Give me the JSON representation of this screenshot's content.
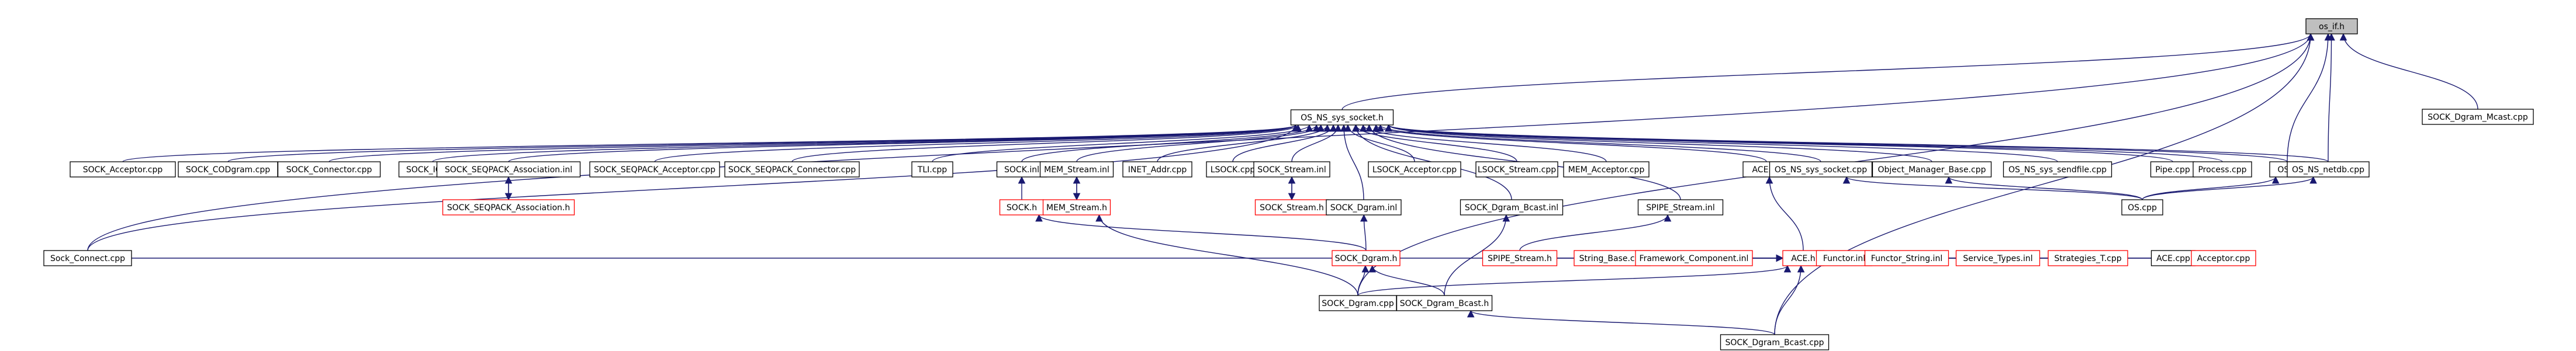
{
  "graph": {
    "nodes": [
      {
        "id": "os_if",
        "label": "os_if.h",
        "style": "root"
      },
      {
        "id": "mcast",
        "label": "SOCK_Dgram_Mcast.cpp",
        "style": "black"
      },
      {
        "id": "nss",
        "label": "OS_NS_sys_socket.h",
        "style": "black"
      },
      {
        "id": "acc",
        "label": "SOCK_Acceptor.cpp",
        "style": "black"
      },
      {
        "id": "codg",
        "label": "SOCK_CODgram.cpp",
        "style": "black"
      },
      {
        "id": "conn",
        "label": "SOCK_Connector.cpp",
        "style": "black"
      },
      {
        "id": "io",
        "label": "SOCK_IO.cpp",
        "style": "black"
      },
      {
        "id": "seqassoc_inl",
        "label": "SOCK_SEQPACK_Association.inl",
        "style": "black"
      },
      {
        "id": "seqacc",
        "label": "SOCK_SEQPACK_Acceptor.cpp",
        "style": "black"
      },
      {
        "id": "seqconn",
        "label": "SOCK_SEQPACK_Connector.cpp",
        "style": "black"
      },
      {
        "id": "tli",
        "label": "TLI.cpp",
        "style": "black"
      },
      {
        "id": "sock_inl",
        "label": "SOCK.inl",
        "style": "black"
      },
      {
        "id": "memstream_inl",
        "label": "MEM_Stream.inl",
        "style": "black"
      },
      {
        "id": "inet",
        "label": "INET_Addr.cpp",
        "style": "black"
      },
      {
        "id": "lsock",
        "label": "LSOCK.cpp",
        "style": "black"
      },
      {
        "id": "sockstream_inl",
        "label": "SOCK_Stream.inl",
        "style": "black"
      },
      {
        "id": "lsockacc",
        "label": "LSOCK_Acceptor.cpp",
        "style": "black"
      },
      {
        "id": "lsockstream",
        "label": "LSOCK_Stream.cpp",
        "style": "black"
      },
      {
        "id": "memacc",
        "label": "MEM_Acceptor.cpp",
        "style": "black"
      },
      {
        "id": "ace_inl",
        "label": "ACE.inl",
        "style": "black"
      },
      {
        "id": "nss_cpp",
        "label": "OS_NS_sys_socket.cpp",
        "style": "black"
      },
      {
        "id": "objmgr",
        "label": "Object_Manager_Base.cpp",
        "style": "black"
      },
      {
        "id": "sendfile",
        "label": "OS_NS_sys_sendfile.cpp",
        "style": "black"
      },
      {
        "id": "pipe",
        "label": "Pipe.cpp",
        "style": "black"
      },
      {
        "id": "process",
        "label": "Process.cpp",
        "style": "black"
      },
      {
        "id": "os_h",
        "label": "OS.h",
        "style": "black"
      },
      {
        "id": "netdb",
        "label": "OS_NS_netdb.cpp",
        "style": "black"
      },
      {
        "id": "seqassoc_h",
        "label": "SOCK_SEQPACK_Association.h",
        "style": "red"
      },
      {
        "id": "sock_h",
        "label": "SOCK.h",
        "style": "red"
      },
      {
        "id": "memstream_h",
        "label": "MEM_Stream.h",
        "style": "red"
      },
      {
        "id": "sockstream_h",
        "label": "SOCK_Stream.h",
        "style": "red"
      },
      {
        "id": "dgram_inl",
        "label": "SOCK_Dgram.inl",
        "style": "black"
      },
      {
        "id": "bcast_inl",
        "label": "SOCK_Dgram_Bcast.inl",
        "style": "black"
      },
      {
        "id": "spipe_inl",
        "label": "SPIPE_Stream.inl",
        "style": "black"
      },
      {
        "id": "os_cpp",
        "label": "OS.cpp",
        "style": "black"
      },
      {
        "id": "ace_h",
        "label": "ACE.h",
        "style": "red"
      },
      {
        "id": "sockconnect",
        "label": "Sock_Connect.cpp",
        "style": "black"
      },
      {
        "id": "spipe_h",
        "label": "SPIPE_Stream.h",
        "style": "red"
      },
      {
        "id": "stringbase",
        "label": "String_Base.cpp",
        "style": "red"
      },
      {
        "id": "framework",
        "label": "Framework_Component.inl",
        "style": "red"
      },
      {
        "id": "functor_inl",
        "label": "Functor.inl",
        "style": "red"
      },
      {
        "id": "functor_string",
        "label": "Functor_String.inl",
        "style": "red"
      },
      {
        "id": "service_types",
        "label": "Service_Types.inl",
        "style": "red"
      },
      {
        "id": "strategies",
        "label": "Strategies_T.cpp",
        "style": "red"
      },
      {
        "id": "ace_cpp",
        "label": "ACE.cpp",
        "style": "black"
      },
      {
        "id": "acceptor",
        "label": "Acceptor.cpp",
        "style": "red"
      },
      {
        "id": "dgram_h",
        "label": "SOCK_Dgram.h",
        "style": "red"
      },
      {
        "id": "dgram_cpp",
        "label": "SOCK_Dgram.cpp",
        "style": "black"
      },
      {
        "id": "bcast_h",
        "label": "SOCK_Dgram_Bcast.h",
        "style": "black"
      },
      {
        "id": "bcast_cpp",
        "label": "SOCK_Dgram_Bcast.cpp",
        "style": "black"
      }
    ],
    "edges": [
      [
        "mcast",
        "os_if"
      ],
      [
        "nss",
        "os_if"
      ],
      [
        "os_h",
        "os_if"
      ],
      [
        "netdb",
        "os_if"
      ],
      [
        "sockconnect",
        "os_if"
      ],
      [
        "bcast_cpp",
        "os_if"
      ],
      [
        "dgram_cpp",
        "os_if"
      ],
      [
        "acc",
        "nss"
      ],
      [
        "codg",
        "nss"
      ],
      [
        "conn",
        "nss"
      ],
      [
        "io",
        "nss"
      ],
      [
        "seqassoc_inl",
        "nss"
      ],
      [
        "seqacc",
        "nss"
      ],
      [
        "seqconn",
        "nss"
      ],
      [
        "tli",
        "nss"
      ],
      [
        "sock_inl",
        "nss"
      ],
      [
        "memstream_inl",
        "nss"
      ],
      [
        "inet",
        "nss"
      ],
      [
        "lsock",
        "nss"
      ],
      [
        "sockstream_inl",
        "nss"
      ],
      [
        "lsockacc",
        "nss"
      ],
      [
        "lsockstream",
        "nss"
      ],
      [
        "memacc",
        "nss"
      ],
      [
        "ace_inl",
        "nss"
      ],
      [
        "nss_cpp",
        "nss"
      ],
      [
        "objmgr",
        "nss"
      ],
      [
        "sendfile",
        "nss"
      ],
      [
        "pipe",
        "nss"
      ],
      [
        "process",
        "nss"
      ],
      [
        "os_h",
        "nss"
      ],
      [
        "netdb",
        "nss"
      ],
      [
        "sockconnect",
        "nss"
      ],
      [
        "dgram_inl",
        "nss"
      ],
      [
        "bcast_inl",
        "nss"
      ],
      [
        "spipe_inl",
        "nss"
      ],
      [
        "seqassoc_h",
        "seqassoc_inl"
      ],
      [
        "seqassoc_inl",
        "seqassoc_h"
      ],
      [
        "sock_h",
        "sock_inl"
      ],
      [
        "memstream_h",
        "memstream_inl"
      ],
      [
        "memstream_inl",
        "memstream_h"
      ],
      [
        "sockstream_h",
        "sockstream_inl"
      ],
      [
        "sockstream_inl",
        "sockstream_h"
      ],
      [
        "ace_h",
        "ace_inl"
      ],
      [
        "os_cpp",
        "os_h"
      ],
      [
        "os_cpp",
        "netdb"
      ],
      [
        "os_cpp",
        "nss_cpp"
      ],
      [
        "os_cpp",
        "objmgr"
      ],
      [
        "sockconnect",
        "ace_h"
      ],
      [
        "spipe_h",
        "ace_h"
      ],
      [
        "stringbase",
        "ace_h"
      ],
      [
        "framework",
        "ace_h"
      ],
      [
        "functor_inl",
        "ace_h"
      ],
      [
        "functor_string",
        "ace_h"
      ],
      [
        "service_types",
        "ace_h"
      ],
      [
        "strategies",
        "ace_h"
      ],
      [
        "ace_cpp",
        "ace_h"
      ],
      [
        "acceptor",
        "ace_h"
      ],
      [
        "bcast_cpp",
        "ace_h"
      ],
      [
        "dgram_cpp",
        "ace_h"
      ],
      [
        "spipe_h",
        "spipe_inl"
      ],
      [
        "dgram_h",
        "dgram_inl"
      ],
      [
        "dgram_h",
        "sock_h"
      ],
      [
        "dgram_cpp",
        "dgram_h"
      ],
      [
        "bcast_h",
        "dgram_h"
      ],
      [
        "bcast_h",
        "bcast_inl"
      ],
      [
        "bcast_cpp",
        "bcast_h"
      ],
      [
        "dgram_cpp",
        "memstream_h"
      ]
    ]
  }
}
